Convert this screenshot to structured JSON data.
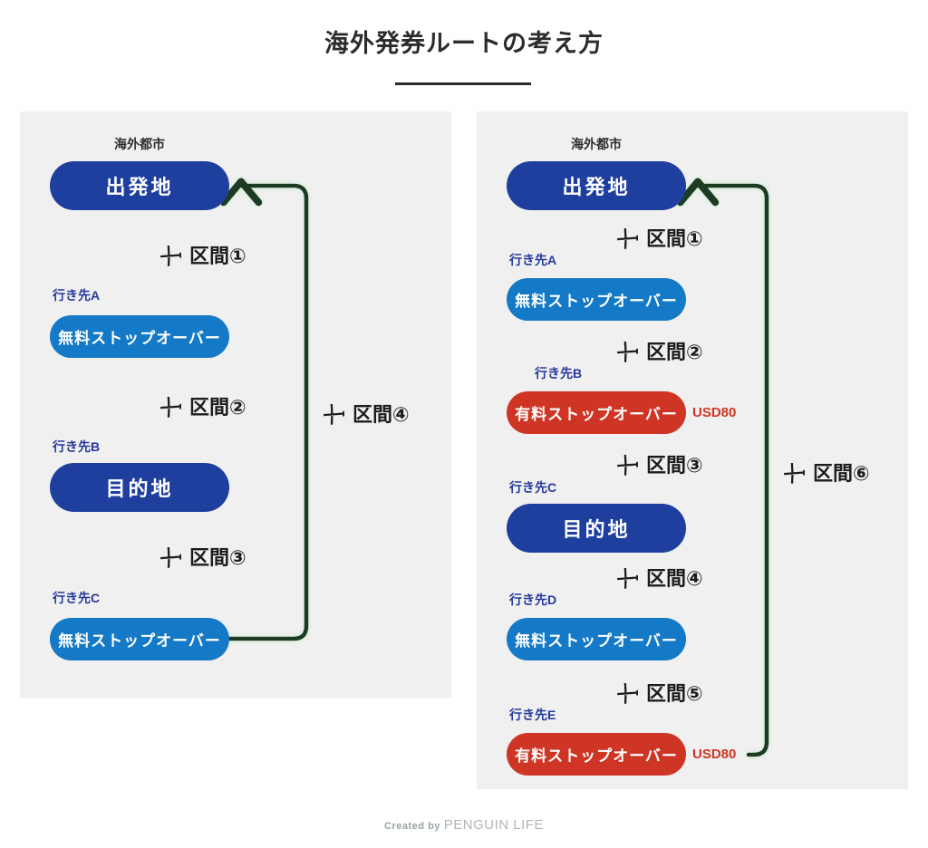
{
  "header": {
    "title": "海外発券ルートの考え方"
  },
  "icons": {
    "plane": "plane-icon"
  },
  "colors": {
    "origin_dest": "#1f3f9e",
    "free_stopover": "#1479c6",
    "paid_stopover": "#cf3524",
    "panel_bg": "#f0f0f0",
    "arrow_black": "#111111",
    "arrow_green": "#1d3b22",
    "label_blue": "#26399b",
    "price_red": "#cf3524"
  },
  "panels": [
    {
      "id": "left",
      "city_label": "海外都市",
      "nodes": [
        {
          "label": "出発地",
          "type": "origin",
          "dest_label": ""
        },
        {
          "label": "無料ストップオーバー",
          "type": "free",
          "dest_label": "行き先A",
          "price": ""
        },
        {
          "label": "目的地",
          "type": "dest",
          "dest_label": "行き先B",
          "price": ""
        },
        {
          "label": "無料ストップオーバー",
          "type": "free",
          "dest_label": "行き先C",
          "price": ""
        }
      ],
      "segments": [
        {
          "label": "区間①"
        },
        {
          "label": "区間②"
        },
        {
          "label": "区間③"
        }
      ],
      "return_segment": {
        "label": "区間④"
      }
    },
    {
      "id": "right",
      "city_label": "海外都市",
      "nodes": [
        {
          "label": "出発地",
          "type": "origin",
          "dest_label": ""
        },
        {
          "label": "無料ストップオーバー",
          "type": "free",
          "dest_label": "行き先A",
          "price": ""
        },
        {
          "label": "有料ストップオーバー",
          "type": "paid",
          "dest_label": "行き先B",
          "price": "USD80"
        },
        {
          "label": "目的地",
          "type": "dest",
          "dest_label": "行き先C",
          "price": ""
        },
        {
          "label": "無料ストップオーバー",
          "type": "free",
          "dest_label": "行き先D",
          "price": ""
        },
        {
          "label": "有料ストップオーバー",
          "type": "paid",
          "dest_label": "行き先E",
          "price": "USD80"
        }
      ],
      "segments": [
        {
          "label": "区間①"
        },
        {
          "label": "区間②"
        },
        {
          "label": "区間③"
        },
        {
          "label": "区間④"
        },
        {
          "label": "区間⑤"
        }
      ],
      "return_segment": {
        "label": "区間⑥"
      }
    }
  ],
  "footer": {
    "created_by": "Created by",
    "brand": "PENGUIN LIFE"
  }
}
